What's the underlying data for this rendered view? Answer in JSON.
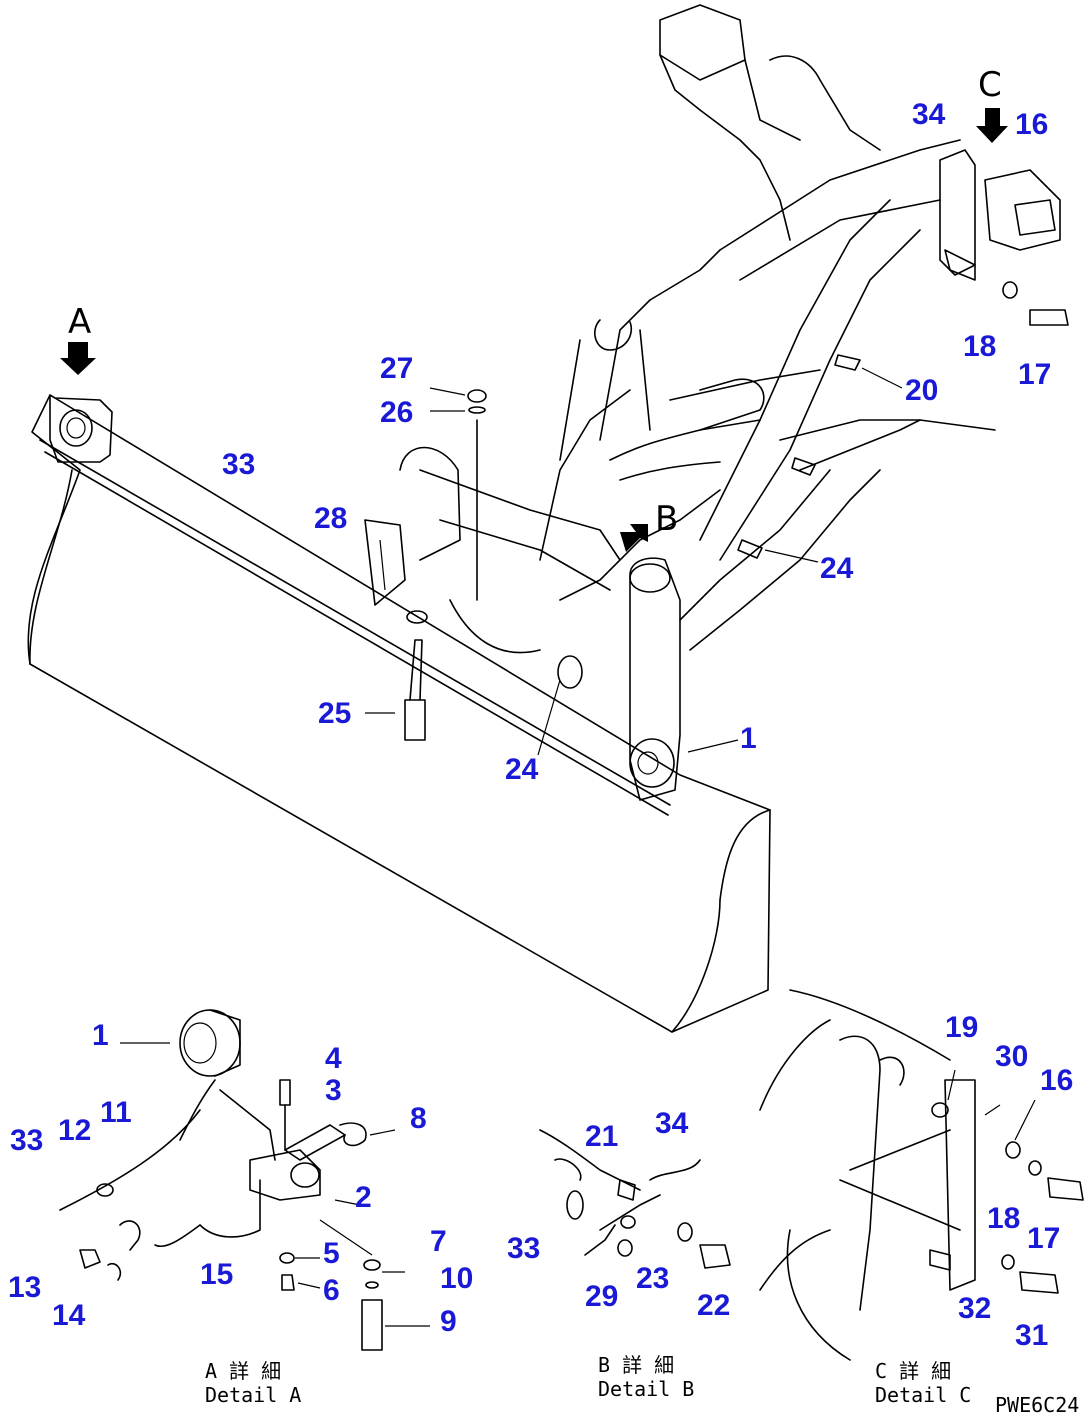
{
  "view_letters": {
    "a": "A",
    "b": "B",
    "c": "C"
  },
  "captions": {
    "detail_a_jp": "A 詳 細",
    "detail_a": "Detail A",
    "detail_b_jp": "B 詳 細",
    "detail_b": "Detail B",
    "detail_c_jp": "C 詳 細",
    "detail_c": "Detail C"
  },
  "drawing_code": "PWE6C24",
  "callouts": {
    "main": [
      "34",
      "16",
      "18",
      "17",
      "20",
      "27",
      "26",
      "33",
      "28",
      "24",
      "24",
      "25",
      "1"
    ],
    "detail_a": [
      "1",
      "4",
      "3",
      "8",
      "33",
      "12",
      "11",
      "2",
      "7",
      "10",
      "5",
      "6",
      "15",
      "13",
      "14",
      "9"
    ],
    "detail_b": [
      "21",
      "34",
      "33",
      "29",
      "23",
      "22"
    ],
    "detail_c": [
      "19",
      "30",
      "16",
      "18",
      "17",
      "32",
      "31"
    ]
  },
  "colors": {
    "callout": "#1a1ad6",
    "line": "#000000"
  }
}
